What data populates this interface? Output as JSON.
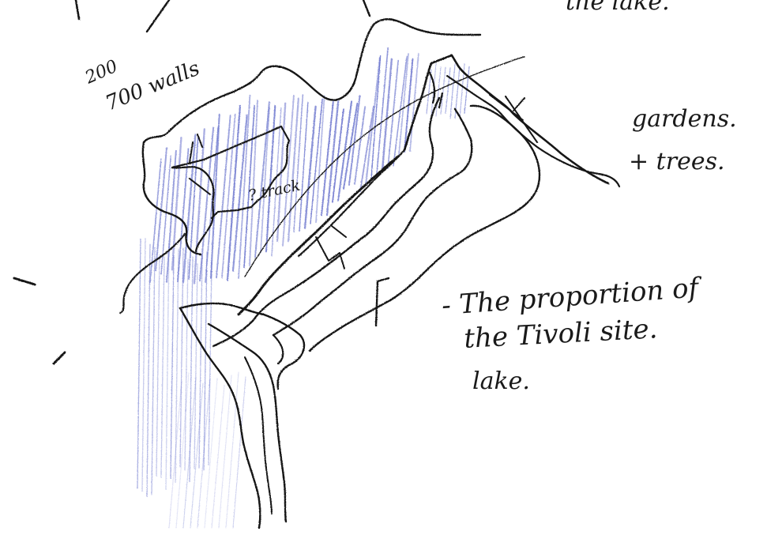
{
  "notes": {
    "top_right": "the lake.",
    "walls_upper": "200",
    "walls_lower": "700 walls",
    "right_side_line1": "gardens.",
    "right_side_line2": "+ trees.",
    "center_label": "? track",
    "bottom_right_line1": "- The proportion of",
    "bottom_right_line2": "the Tivoli site.",
    "bottom_right_line3": "lake."
  },
  "colors": {
    "ink": "#141414",
    "shading": "#5b66c8"
  }
}
